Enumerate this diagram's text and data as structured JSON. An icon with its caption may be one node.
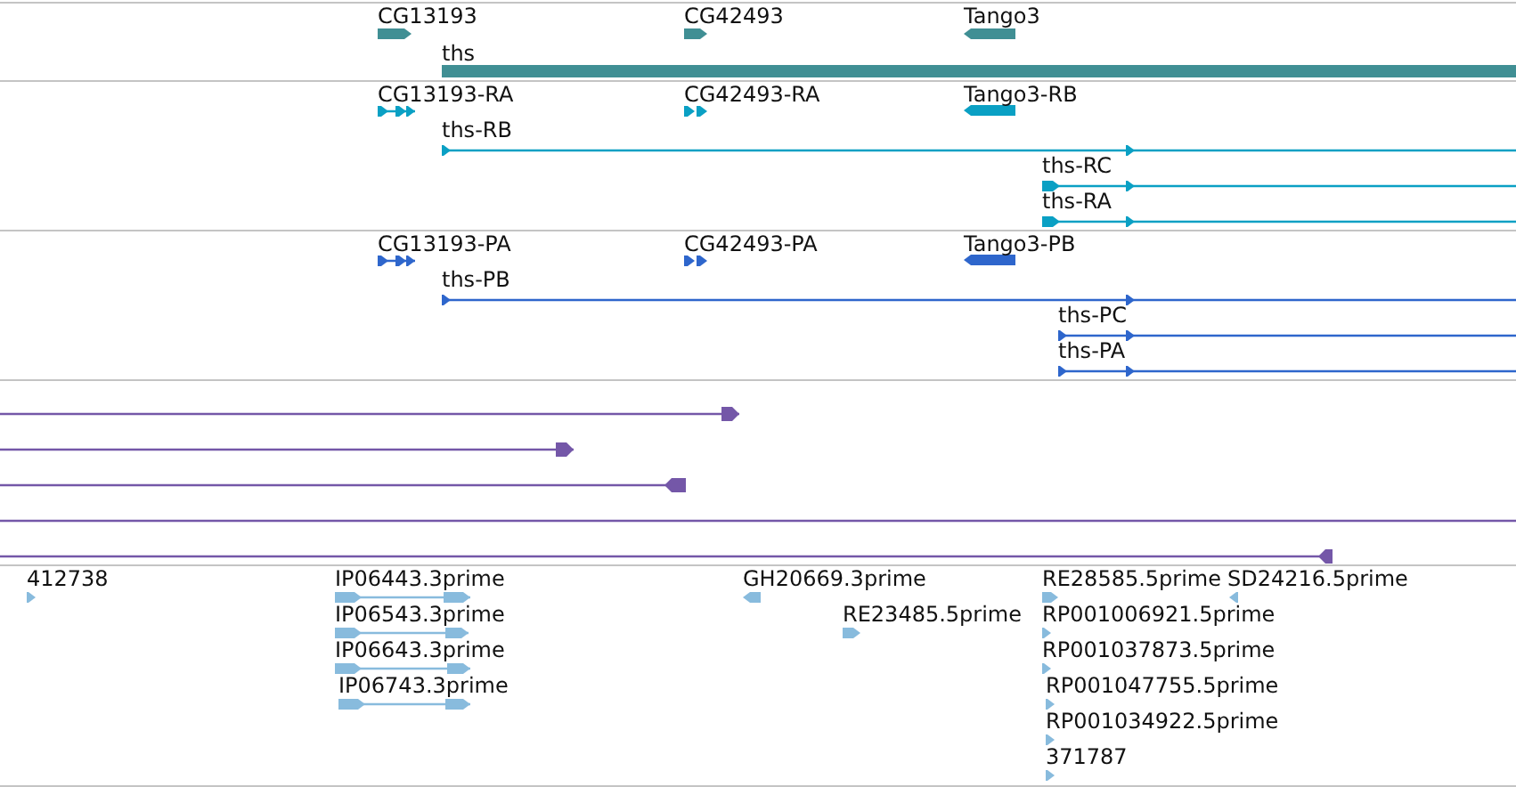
{
  "diagram": {
    "labels": [
      "CG13193",
      "CG42493",
      "Tango3",
      "ths",
      "CG13193-RA",
      "CG42493-RA",
      "Tango3-RB",
      "ths-RB",
      "ths-RC",
      "ths-RA",
      "CG13193-PA",
      "CG42493-PA",
      "Tango3-PB",
      "ths-PB",
      "ths-PC",
      "ths-PA",
      "412738",
      "IP06443.3prime",
      "GH20669.3prime",
      "RE28585.5prime",
      "SD24216.5prime",
      "IP06543.3prime",
      "RE23485.5prime",
      "RP001006921.5prime",
      "IP06643.3prime",
      "RP001037873.5prime",
      "IP06743.3prime",
      "RP001047755.5prime",
      "RP001034922.5prime",
      "371787"
    ]
  }
}
